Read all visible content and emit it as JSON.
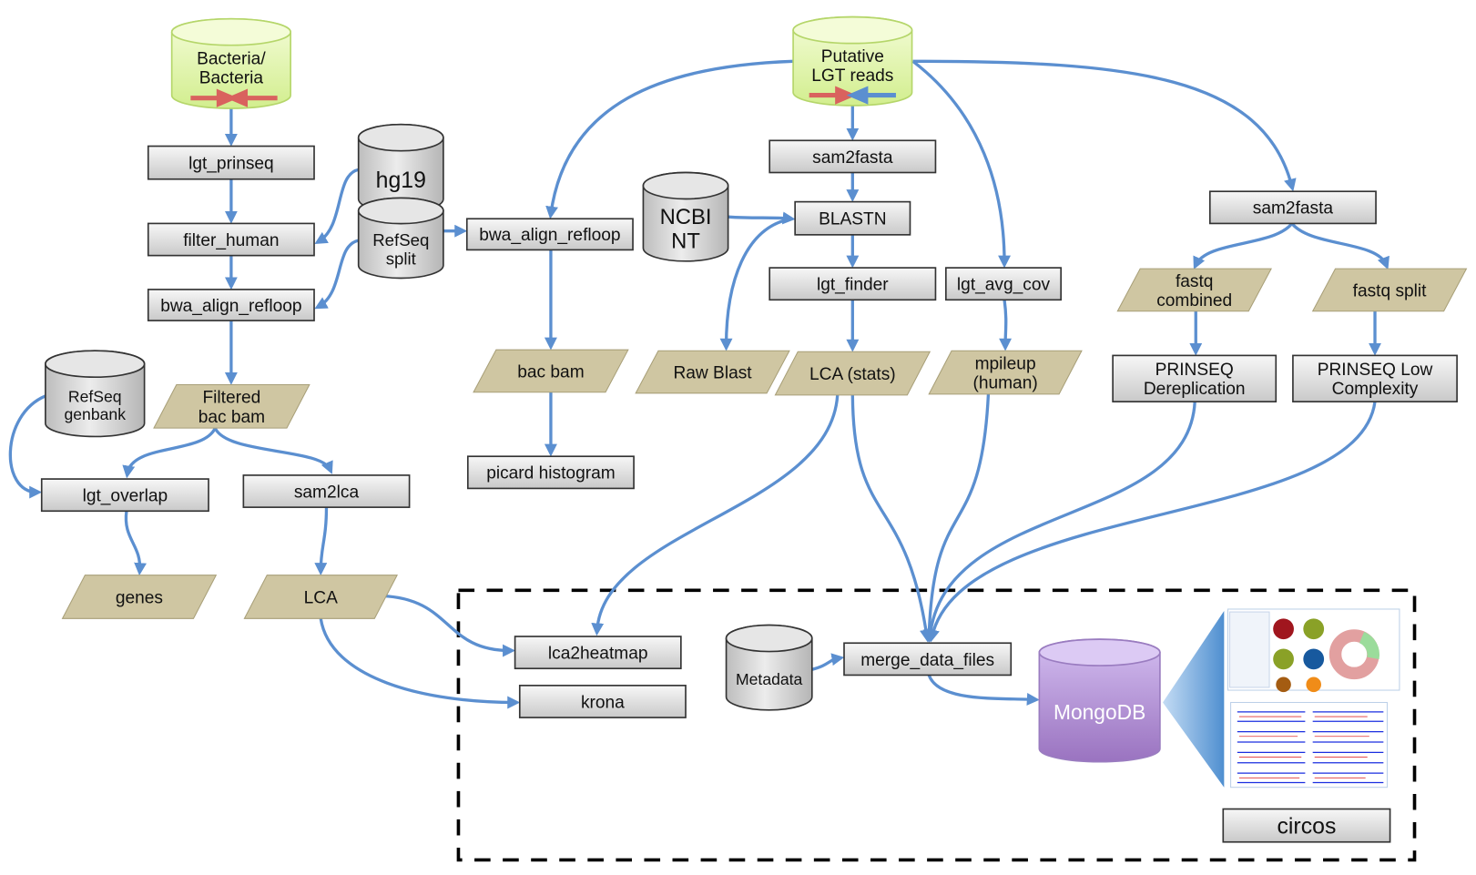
{
  "colors": {
    "edge": "#5b8fd0",
    "process_box": "#e6e6e6",
    "data_parallelogram": "#cfc6a2",
    "input_cylinder": "#e3f5b4",
    "reference_cylinder": "#d6d6d6",
    "mongodb_cylinder": "#b99ad6",
    "dashed_frame": "#000000"
  },
  "nodes": {
    "bacteria": {
      "shape": "cylinder-green",
      "lines": [
        "Bacteria/",
        "Bacteria"
      ]
    },
    "lgt_reads": {
      "shape": "cylinder-green",
      "lines": [
        "Putative",
        "LGT reads"
      ]
    },
    "hg19": {
      "shape": "cylinder",
      "lines": [
        "hg19"
      ]
    },
    "refseq_split": {
      "shape": "cylinder",
      "lines": [
        "RefSeq",
        "split"
      ]
    },
    "ncbi_nt": {
      "shape": "cylinder",
      "lines": [
        "NCBI",
        "NT"
      ]
    },
    "refseq_genbank": {
      "shape": "cylinder",
      "lines": [
        "RefSeq",
        "genbank"
      ]
    },
    "metadata": {
      "shape": "cylinder",
      "lines": [
        "Metadata"
      ]
    },
    "mongodb": {
      "shape": "cylinder-purple",
      "lines": [
        "MongoDB"
      ]
    },
    "lgt_prinseq": {
      "shape": "box",
      "lines": [
        "lgt_prinseq"
      ]
    },
    "filter_human": {
      "shape": "box",
      "lines": [
        "filter_human"
      ]
    },
    "bwa_left": {
      "shape": "box",
      "lines": [
        "bwa_align_refloop"
      ]
    },
    "bwa_mid": {
      "shape": "box",
      "lines": [
        "bwa_align_refloop"
      ]
    },
    "sam2fasta_mid": {
      "shape": "box",
      "lines": [
        "sam2fasta"
      ]
    },
    "blastn": {
      "shape": "box",
      "lines": [
        "BLASTN"
      ]
    },
    "lgt_finder": {
      "shape": "box",
      "lines": [
        "lgt_finder"
      ]
    },
    "lgt_avg_cov": {
      "shape": "box",
      "lines": [
        "lgt_avg_cov"
      ]
    },
    "sam2fasta_right": {
      "shape": "box",
      "lines": [
        "sam2fasta"
      ]
    },
    "prinseq_derep": {
      "shape": "box",
      "lines": [
        "PRINSEQ",
        "Dereplication"
      ]
    },
    "prinseq_lowc": {
      "shape": "box",
      "lines": [
        "PRINSEQ Low",
        "Complexity"
      ]
    },
    "picard": {
      "shape": "box",
      "lines": [
        "picard histogram"
      ]
    },
    "lgt_overlap": {
      "shape": "box",
      "lines": [
        "lgt_overlap"
      ]
    },
    "sam2lca": {
      "shape": "box",
      "lines": [
        "sam2lca"
      ]
    },
    "lca2heatmap": {
      "shape": "box",
      "lines": [
        "lca2heatmap"
      ]
    },
    "krona": {
      "shape": "box",
      "lines": [
        "krona"
      ]
    },
    "merge": {
      "shape": "box",
      "lines": [
        "merge_data_files"
      ]
    },
    "circos": {
      "shape": "box",
      "lines": [
        "circos"
      ]
    },
    "filtered_bac_bam": {
      "shape": "data",
      "lines": [
        "Filtered",
        "bac bam"
      ]
    },
    "bac_bam": {
      "shape": "data",
      "lines": [
        "bac bam"
      ]
    },
    "raw_blast": {
      "shape": "data",
      "lines": [
        "Raw Blast"
      ]
    },
    "lca_stats": {
      "shape": "data",
      "lines": [
        "LCA (stats)"
      ]
    },
    "mpileup": {
      "shape": "data",
      "lines": [
        "mpileup",
        "(human)"
      ]
    },
    "fastq_combined": {
      "shape": "data",
      "lines": [
        "fastq",
        "combined"
      ]
    },
    "fastq_split": {
      "shape": "data",
      "lines": [
        "fastq split"
      ]
    },
    "genes": {
      "shape": "data",
      "lines": [
        "genes"
      ]
    },
    "lca": {
      "shape": "data",
      "lines": [
        "LCA"
      ]
    }
  },
  "edges": [
    [
      "bacteria",
      "lgt_prinseq"
    ],
    [
      "lgt_prinseq",
      "filter_human"
    ],
    [
      "filter_human",
      "bwa_left"
    ],
    [
      "hg19",
      "filter_human"
    ],
    [
      "refseq_split",
      "bwa_left"
    ],
    [
      "refseq_split",
      "bwa_mid"
    ],
    [
      "bwa_left",
      "filtered_bac_bam"
    ],
    [
      "filtered_bac_bam",
      "lgt_overlap"
    ],
    [
      "filtered_bac_bam",
      "sam2lca"
    ],
    [
      "refseq_genbank",
      "lgt_overlap"
    ],
    [
      "lgt_overlap",
      "genes"
    ],
    [
      "sam2lca",
      "lca"
    ],
    [
      "lca",
      "lca2heatmap"
    ],
    [
      "lca",
      "krona"
    ],
    [
      "lgt_reads",
      "bwa_mid"
    ],
    [
      "bwa_mid",
      "bac_bam"
    ],
    [
      "bac_bam",
      "picard"
    ],
    [
      "lgt_reads",
      "sam2fasta_mid"
    ],
    [
      "sam2fasta_mid",
      "blastn"
    ],
    [
      "ncbi_nt",
      "blastn"
    ],
    [
      "blastn",
      "raw_blast"
    ],
    [
      "blastn",
      "lgt_finder"
    ],
    [
      "lgt_finder",
      "lca_stats"
    ],
    [
      "lgt_reads",
      "lgt_avg_cov"
    ],
    [
      "lgt_avg_cov",
      "mpileup"
    ],
    [
      "lgt_reads",
      "sam2fasta_right"
    ],
    [
      "sam2fasta_right",
      "fastq_combined"
    ],
    [
      "sam2fasta_right",
      "fastq_split"
    ],
    [
      "fastq_combined",
      "prinseq_derep"
    ],
    [
      "fastq_split",
      "prinseq_lowc"
    ],
    [
      "lca_stats",
      "lca2heatmap"
    ],
    [
      "lca_stats",
      "merge"
    ],
    [
      "mpileup",
      "merge"
    ],
    [
      "prinseq_derep",
      "merge"
    ],
    [
      "prinseq_lowc",
      "merge"
    ],
    [
      "metadata",
      "merge"
    ],
    [
      "merge",
      "mongodb"
    ]
  ],
  "output_panel": {
    "icon": "web-interface-screenshot-icon",
    "framed": "dashed"
  }
}
